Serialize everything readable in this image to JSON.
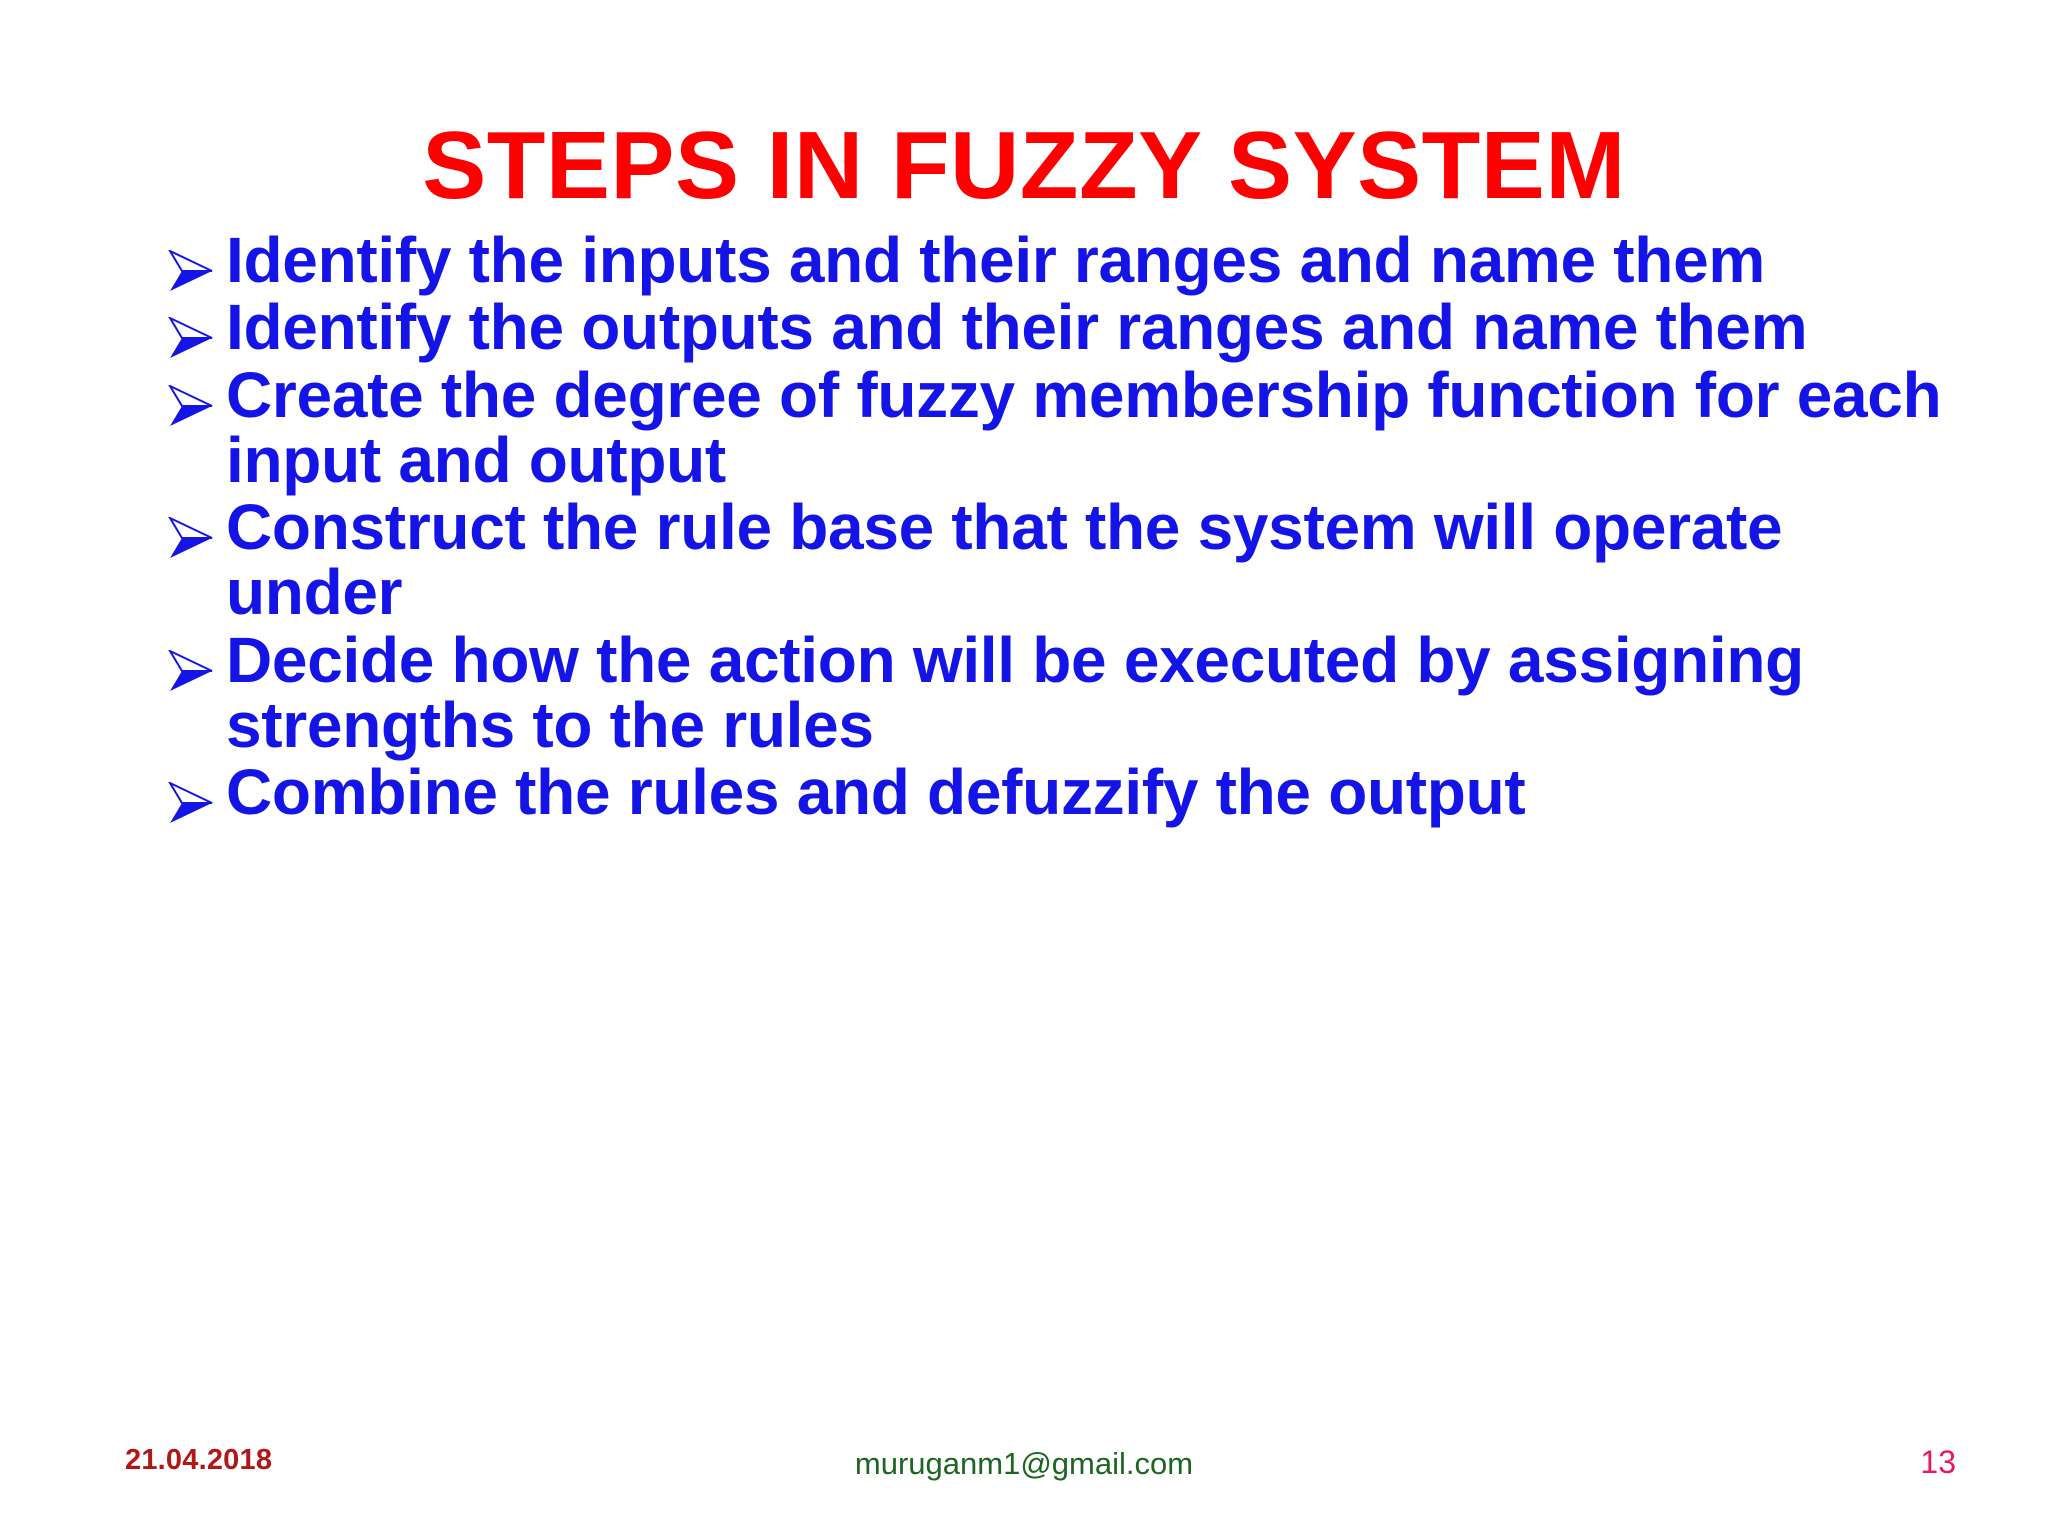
{
  "slide": {
    "title": "STEPS IN FUZZY SYSTEM",
    "title_color": "#FF0000",
    "background_color": "#FFFFFF",
    "body_color": "#1414E6",
    "bullet_icon": "arrowhead-bullet-icon",
    "bullets": [
      {
        "text": "Identify the inputs and their ranges and name them"
      },
      {
        "text": "Identify the outputs and their ranges and name them"
      },
      {
        "text": "Create the degree of fuzzy membership function for each input and output"
      },
      {
        "text": "Construct the rule base that the system will operate under"
      },
      {
        "text": "Decide how the action will be executed by assigning strengths to the rules"
      },
      {
        "text": "Combine the rules and defuzzify the output"
      }
    ]
  },
  "footer": {
    "date": "21.04.2018",
    "date_color": "#B01818",
    "email": "muruganm1@gmail.com",
    "email_color": "#1D6621",
    "page_number": "13",
    "page_number_color": "#E8175D"
  }
}
